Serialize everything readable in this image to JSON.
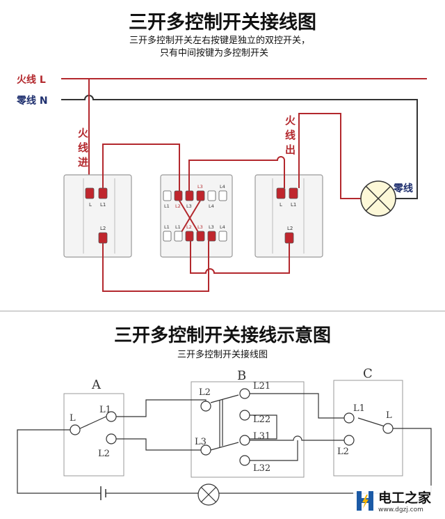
{
  "top": {
    "title": "三开多控制开关接线图",
    "subtitle_line1": "三开多控制开关左右按键是独立的双控开关，",
    "subtitle_line2": "只有中间按键为多控制开关",
    "live_label": "火线 L",
    "neutral_label": "零线 N",
    "live_in": [
      "火",
      "线",
      "进"
    ],
    "live_out": [
      "火",
      "线",
      "出"
    ],
    "lamp_neutral": "零线",
    "left_switch": {
      "top_left": "L",
      "top_right": "L1",
      "bottom": "L2"
    },
    "middle_switch": {
      "top": [
        "L1",
        "L2",
        "L3",
        "L3",
        "L4",
        "L4"
      ],
      "bottom": [
        "L1",
        "L1",
        "L2",
        "L3",
        "L3",
        "L4"
      ]
    },
    "right_switch": {
      "top_left": "L",
      "top_right": "L1",
      "bottom": "L2"
    },
    "colors": {
      "wire_red": "#b3282d",
      "wire_dark": "#333333",
      "terminal_red": "#c0262d"
    }
  },
  "bottom": {
    "title": "三开多控制开关接线示意图",
    "subtitle": "三开多控制开关接线图",
    "switch_a": {
      "name": "A",
      "l": "L",
      "l1": "L1",
      "l2": "L2"
    },
    "switch_b": {
      "name": "B",
      "l2": "L2",
      "l3": "L3",
      "l21": "L21",
      "l22": "L22",
      "l31": "L31",
      "l32": "L32"
    },
    "switch_c": {
      "name": "C",
      "l": "L",
      "l1": "L1",
      "l2": "L2"
    }
  },
  "brand": {
    "name": "电工之家",
    "url": "www.dgzj.com"
  }
}
